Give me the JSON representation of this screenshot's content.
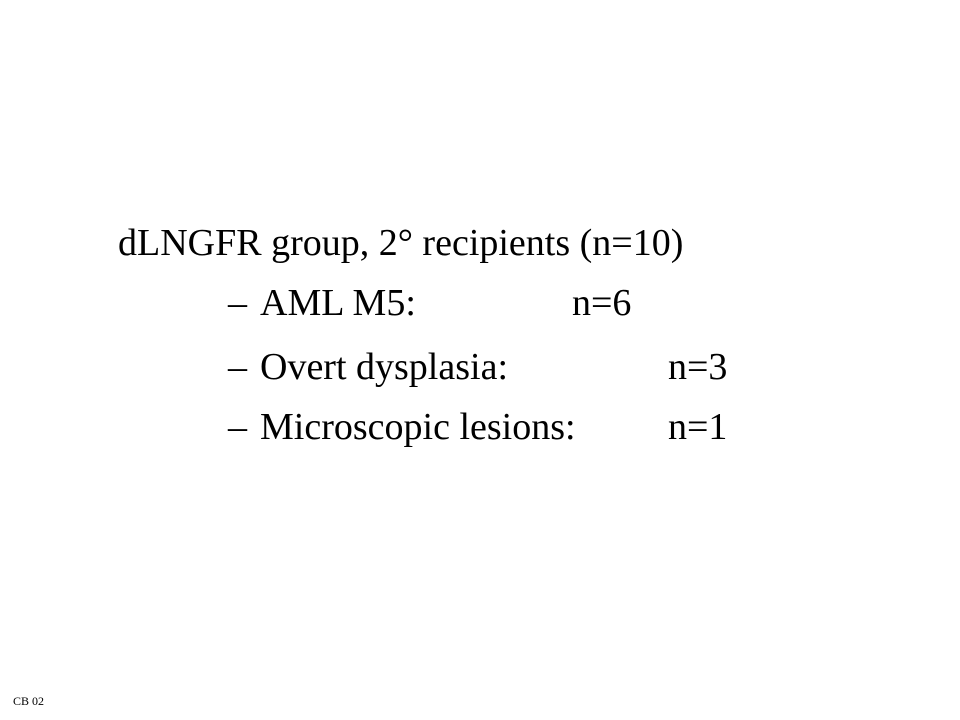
{
  "slide": {
    "heading": "dLNGFR group, 2° recipients (n=10)",
    "items": [
      {
        "bullet": "–",
        "label": "AML M5:",
        "value": "n=6"
      },
      {
        "bullet": "–",
        "label": "Overt dysplasia:",
        "value": "n=3"
      },
      {
        "bullet": "–",
        "label": "Microscopic lesions:",
        "value": "n=1"
      }
    ],
    "footer": "CB 02"
  }
}
